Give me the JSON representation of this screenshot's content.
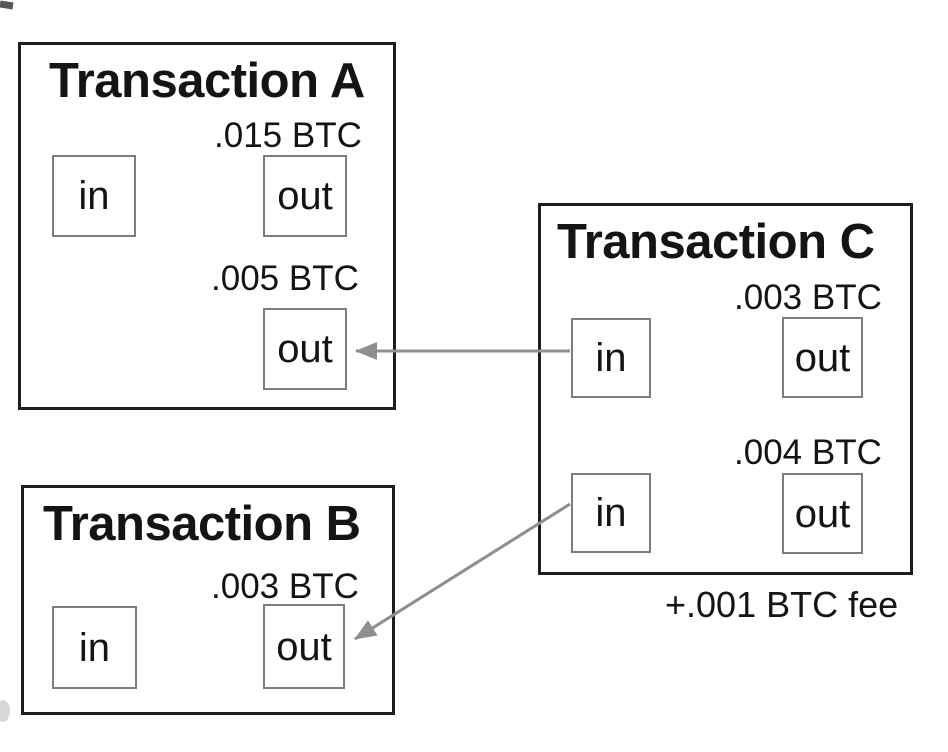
{
  "colors": {
    "box_border": "#1e1e1e",
    "io_border": "#7d7d7d",
    "arrow": "#8f8f8f",
    "text": "#141414",
    "bg": "#ffffff"
  },
  "transactions": {
    "a": {
      "title": "Transaction A",
      "inputs": [
        {
          "label": "in"
        }
      ],
      "outputs": [
        {
          "label": "out",
          "amount": ".015 BTC"
        },
        {
          "label": "out",
          "amount": ".005 BTC"
        }
      ]
    },
    "b": {
      "title": "Transaction B",
      "inputs": [
        {
          "label": "in"
        }
      ],
      "outputs": [
        {
          "label": "out",
          "amount": ".003 BTC"
        }
      ]
    },
    "c": {
      "title": "Transaction C",
      "inputs": [
        {
          "label": "in"
        },
        {
          "label": "in"
        }
      ],
      "outputs": [
        {
          "label": "out",
          "amount": ".003 BTC"
        },
        {
          "label": "out",
          "amount": ".004 BTC"
        }
      ],
      "fee": "+.001 BTC fee"
    }
  },
  "arrows": [
    {
      "from": "transaction-c-input-1",
      "to": "transaction-a-output-2"
    },
    {
      "from": "transaction-c-input-2",
      "to": "transaction-b-output-1"
    }
  ]
}
